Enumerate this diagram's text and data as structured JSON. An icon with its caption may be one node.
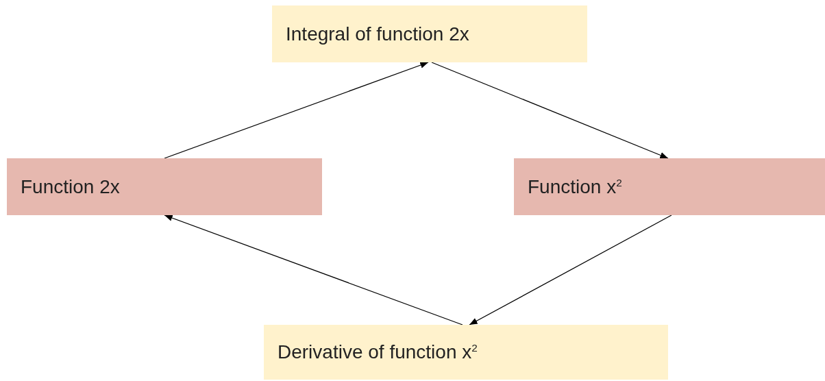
{
  "diagram": {
    "nodes": [
      {
        "text": [
          "Integral of function 2x"
        ]
      },
      {
        "text": [
          "Function 2x"
        ]
      },
      {
        "text": [
          "Function x$^{2}$"
        ]
      },
      {
        "text": [
          "Derivative of function x$^{2}$"
        ]
      }
    ],
    "edges": [
      {
        "from": 1,
        "to": 0,
        "arrow": "to"
      },
      {
        "from": 0,
        "to": 2,
        "arrow": "to"
      },
      {
        "from": 2,
        "to": 3,
        "arrow": "to"
      },
      {
        "from": 3,
        "to": 1,
        "arrow": "to"
      }
    ]
  }
}
